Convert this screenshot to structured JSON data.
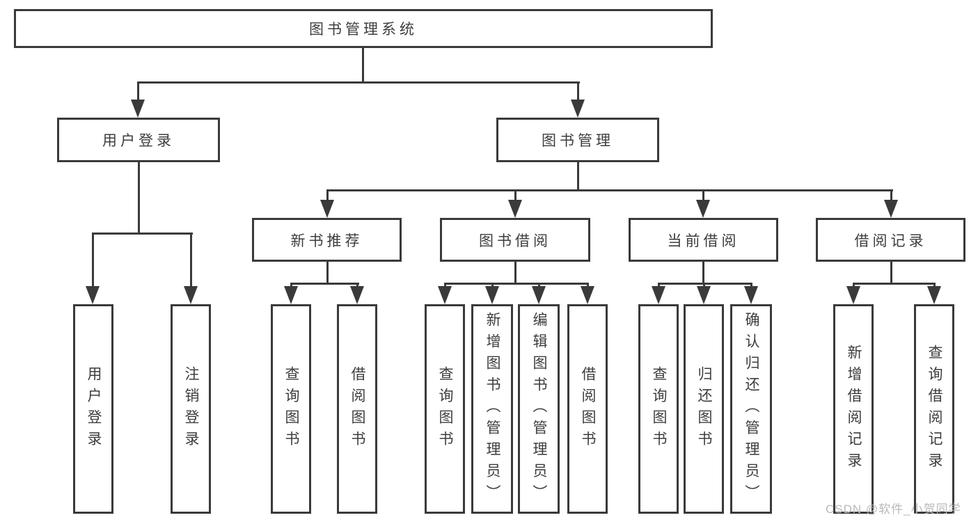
{
  "colors": {
    "line": "#3a3a3a",
    "text": "#3d3d3d",
    "watermark": "#b9b9b9",
    "background": "#ffffff"
  },
  "tree": {
    "root": {
      "label": "图书管理系统"
    },
    "branches": [
      {
        "label": "用户登录",
        "children": [
          {
            "label": "用户登录"
          },
          {
            "label": "注销登录"
          }
        ]
      },
      {
        "label": "图书管理",
        "children": [
          {
            "label": "新书推荐",
            "children": [
              {
                "label": "查询图书"
              },
              {
                "label": "借阅图书"
              }
            ]
          },
          {
            "label": "图书借阅",
            "children": [
              {
                "label": "查询图书"
              },
              {
                "label": "新增图书（管理员）"
              },
              {
                "label": "编辑图书（管理员）"
              },
              {
                "label": "借阅图书"
              }
            ]
          },
          {
            "label": "当前借阅",
            "children": [
              {
                "label": "查询图书"
              },
              {
                "label": "归还图书"
              },
              {
                "label": "确认归还（管理员）"
              }
            ]
          },
          {
            "label": "借阅记录",
            "children": [
              {
                "label": "新增借阅记录"
              },
              {
                "label": "查询借阅记录"
              }
            ]
          }
        ]
      }
    ]
  },
  "watermark": {
    "text": "CSDN @软件_小贺同学"
  }
}
